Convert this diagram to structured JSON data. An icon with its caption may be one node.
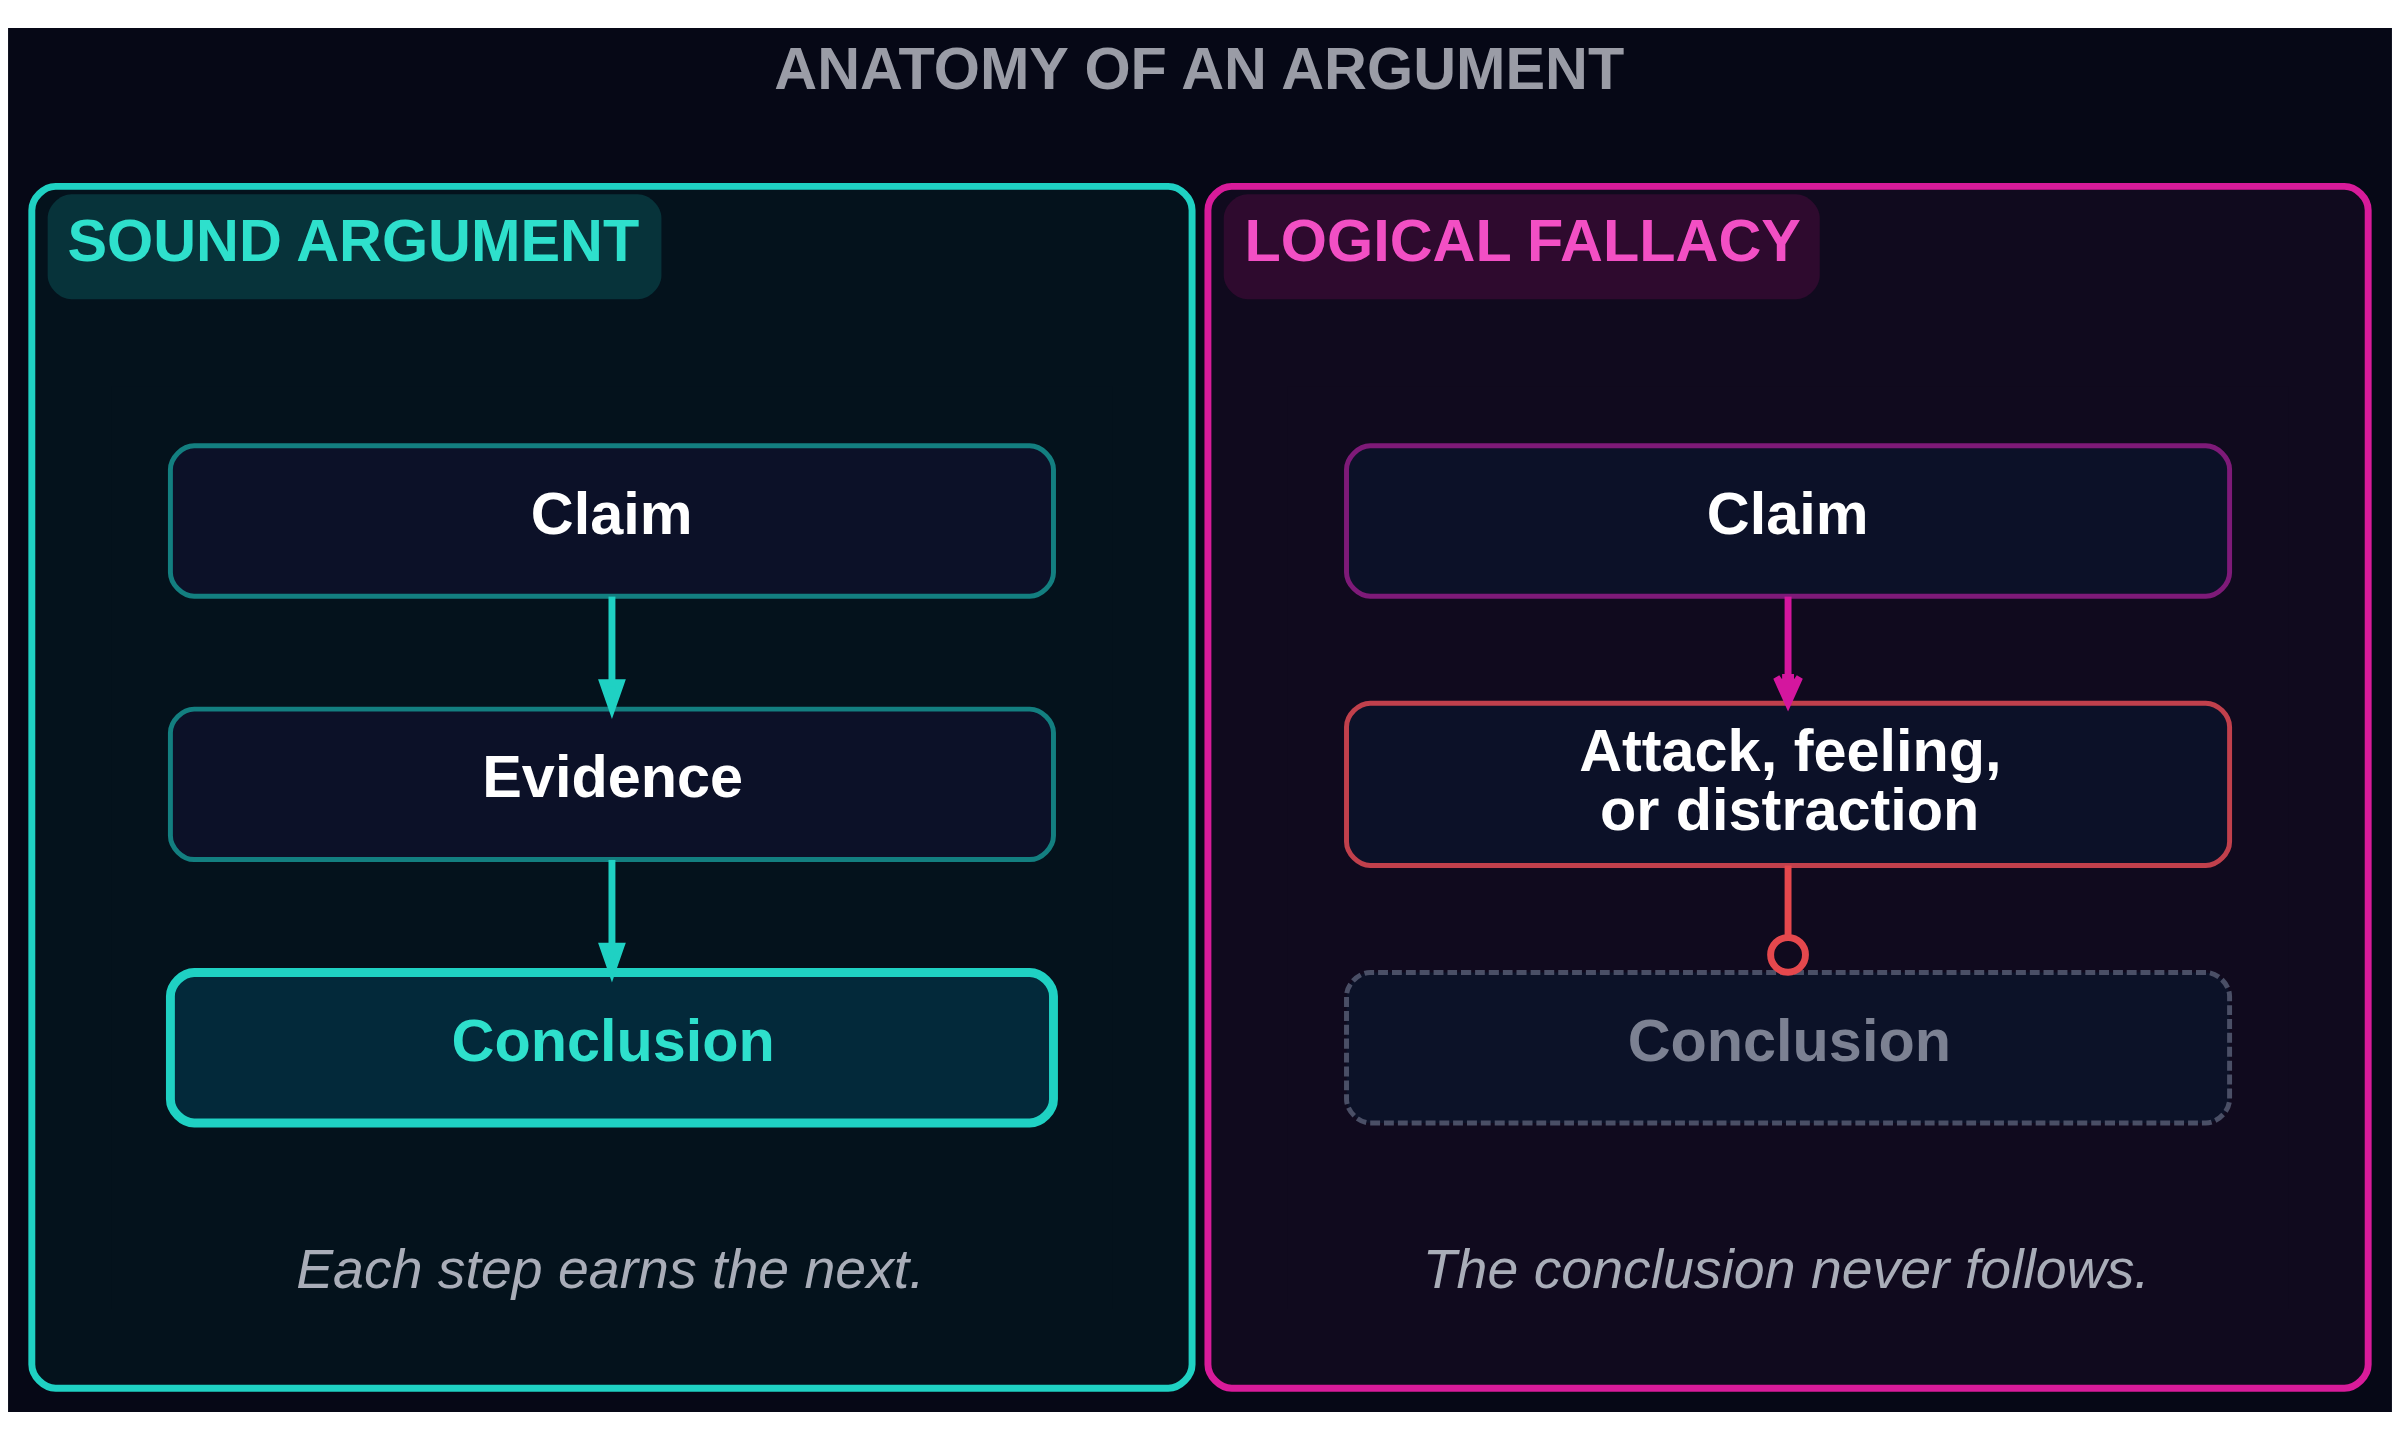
{
  "diagram": {
    "title": "ANATOMY OF AN ARGUMENT",
    "nodes": [
      {
        "text": [
          "SOUND ARGUMENT",
          "Each step earns the next."
        ]
      },
      {
        "text": [
          "Claim"
        ],
        "in": 0
      },
      {
        "text": [
          "Evidence"
        ],
        "in": 0
      },
      {
        "text": [
          "Conclusion"
        ],
        "in": 0
      },
      {
        "text": [
          "LOGICAL FALLACY",
          "The conclusion never follows."
        ]
      },
      {
        "text": [
          "Claim"
        ],
        "in": 4
      },
      {
        "text": [
          "Attack, feeling, or distraction"
        ],
        "in": 4
      },
      {
        "text": [
          "Conclusion"
        ],
        "in": 4
      }
    ],
    "edges": [
      {
        "from": 1,
        "to": 2,
        "arrow": "to"
      },
      {
        "from": 2,
        "to": 3,
        "arrow": "to"
      },
      {
        "from": 5,
        "to": 6,
        "arrow": "to",
        "color": "#d4169e"
      },
      {
        "from": 6,
        "to": 7,
        "arrow": "other",
        "color": "#e5484d"
      }
    ]
  }
}
